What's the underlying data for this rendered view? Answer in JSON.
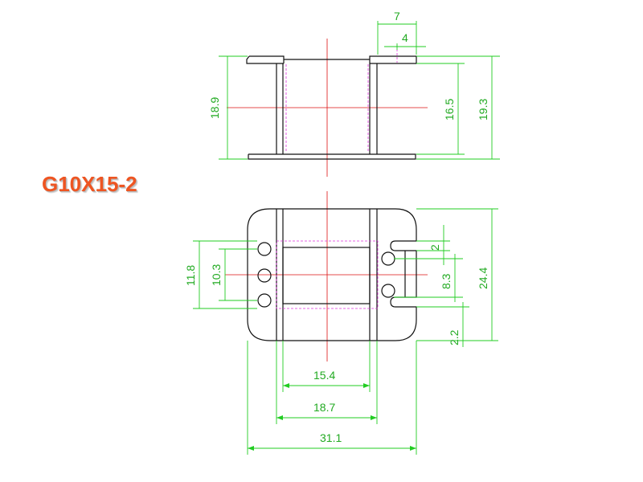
{
  "title": "G10X15-2",
  "colors": {
    "title": "#ee5522",
    "object_line": "#111111",
    "dimension_line": "#22cc22",
    "center_line": "#dd1111",
    "hidden_line": "#dd33dd"
  },
  "front_view": {
    "dim_top_outer": "7",
    "dim_top_inner": "4",
    "dim_left_height": "18.9",
    "dim_inner_height": "16.5",
    "dim_outer_height": "19.3"
  },
  "top_view": {
    "dim_left_outer": "11.8",
    "dim_left_inner": "10.3",
    "dim_right_slot": "2",
    "dim_right_pitch": "8.3",
    "dim_right_height": "24.4",
    "dim_right_bottom": "2.2",
    "dim_bottom_inner": "15.4",
    "dim_bottom_mid": "18.7",
    "dim_bottom_outer": "31.1"
  }
}
